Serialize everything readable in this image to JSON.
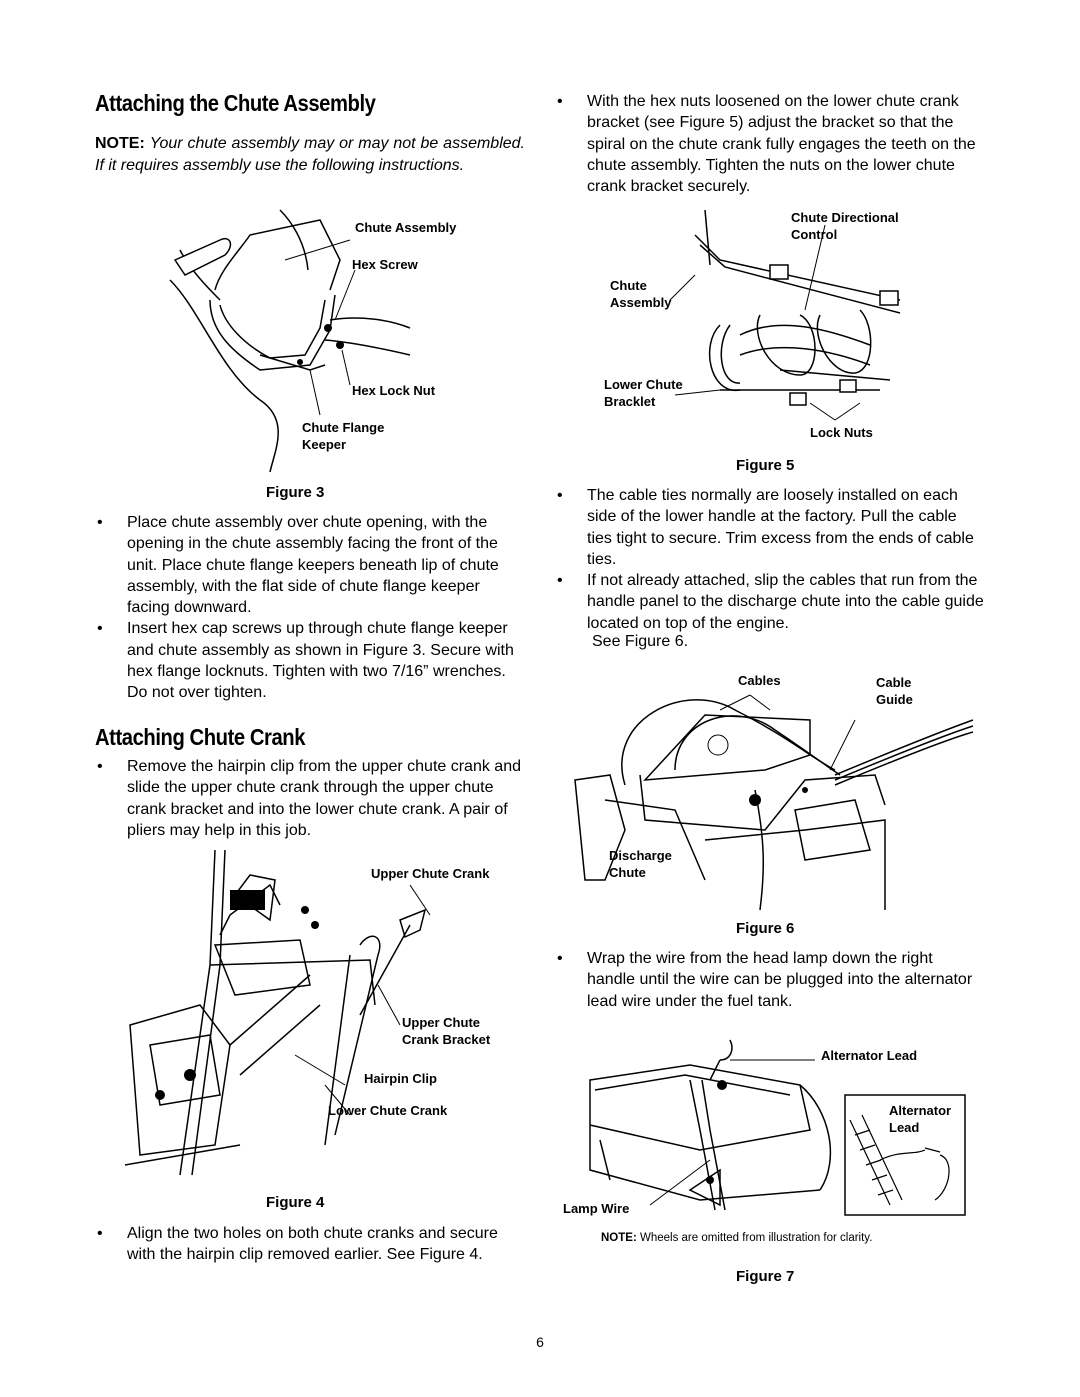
{
  "left": {
    "heading1": "Attaching the Chute Assembly",
    "note1_label": "NOTE:",
    "note1_text": "Your chute assembly may or may not be assembled. If it requires assembly use the following instructions.",
    "fig3": {
      "labels": {
        "chute_assembly": "Chute Assembly",
        "hex_screw": "Hex Screw",
        "hex_lock_nut": "Hex Lock Nut",
        "chute_flange_keeper": "Chute Flange Keeper"
      },
      "caption": "Figure 3"
    },
    "bullets_a": [
      "Place chute assembly over chute opening, with the opening in the chute assembly facing the front of the unit. Place chute flange keepers beneath lip of chute assembly, with the flat side of chute flange keeper facing downward.",
      "Insert hex cap screws up through chute flange keeper and chute assembly as shown in Figure 3. Secure with hex flange locknuts. Tighten with two 7/16” wrenches. Do not over tighten."
    ],
    "heading2": "Attaching Chute Crank",
    "bullets_b": [
      "Remove the hairpin clip from the upper chute crank and slide the upper chute crank through the upper chute crank bracket and into the lower chute crank. A pair of pliers may help in this job."
    ],
    "fig4": {
      "labels": {
        "upper_chute_crank": "Upper Chute Crank",
        "upper_chute_crank_bracket": "Upper Chute Crank Bracket",
        "hairpin_clip": "Hairpin Clip",
        "lower_chute_crank": "Lower Chute Crank"
      },
      "caption": "Figure 4"
    },
    "bullets_c": [
      "Align the two holes on both chute cranks and secure with the hairpin clip removed earlier. See Figure 4."
    ]
  },
  "right": {
    "bullets_a": [
      "With the hex nuts loosened on the lower chute crank bracket (see Figure 5) adjust the bracket so that the spiral on the chute crank fully engages the teeth on the chute assembly. Tighten the nuts on the lower chute crank bracket securely."
    ],
    "fig5": {
      "labels": {
        "chute_directional_control": "Chute Directional Control",
        "chute_assembly": "Chute Assembly",
        "lower_chute_bracklet": "Lower Chute Bracklet",
        "lock_nuts": "Lock Nuts"
      },
      "caption": "Figure 5"
    },
    "bullets_b": [
      "The cable ties normally are loosely installed on each side of the lower handle at the factory. Pull the cable ties tight to secure. Trim excess from the ends of cable ties.",
      "If not already attached, slip the cables that run from the handle panel to the discharge chute into the cable guide located on top of the engine."
    ],
    "see_figure_6": "See Figure 6.",
    "fig6": {
      "labels": {
        "cables": "Cables",
        "cable_guide": "Cable Guide",
        "discharge_chute": "Discharge Chute"
      },
      "caption": "Figure 6"
    },
    "bullets_c": [
      "Wrap the wire from the head lamp down the right handle until the wire can be plugged into the alternator lead wire under the fuel tank."
    ],
    "fig7": {
      "labels": {
        "alternator_lead": "Alternator Lead",
        "alternator_lead_inset": "Alternator Lead",
        "lamp_wire": "Lamp Wire"
      },
      "note_label": "NOTE:",
      "note_text": "Wheels are omitted from illustration for clarity.",
      "caption": "Figure 7"
    }
  },
  "page_number": "6"
}
